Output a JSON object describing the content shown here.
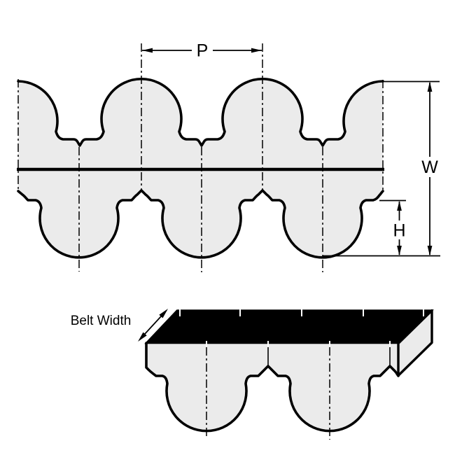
{
  "labels": {
    "pitch": "P",
    "overall_width": "W",
    "tooth_height": "H",
    "belt_width": "Belt Width"
  },
  "colors": {
    "outline": "#000000",
    "belt_fill": "#ebebeb",
    "top_face": "#000000",
    "background": "#ffffff"
  },
  "diagram": {
    "type": "technical-drawing",
    "subject": "double-sided curvilinear timing belt profile",
    "views": {
      "top_view": "belt tooth profile cross-section with dimensions P, W, H",
      "bottom_view": "isometric belt segment labeled Belt Width"
    }
  }
}
